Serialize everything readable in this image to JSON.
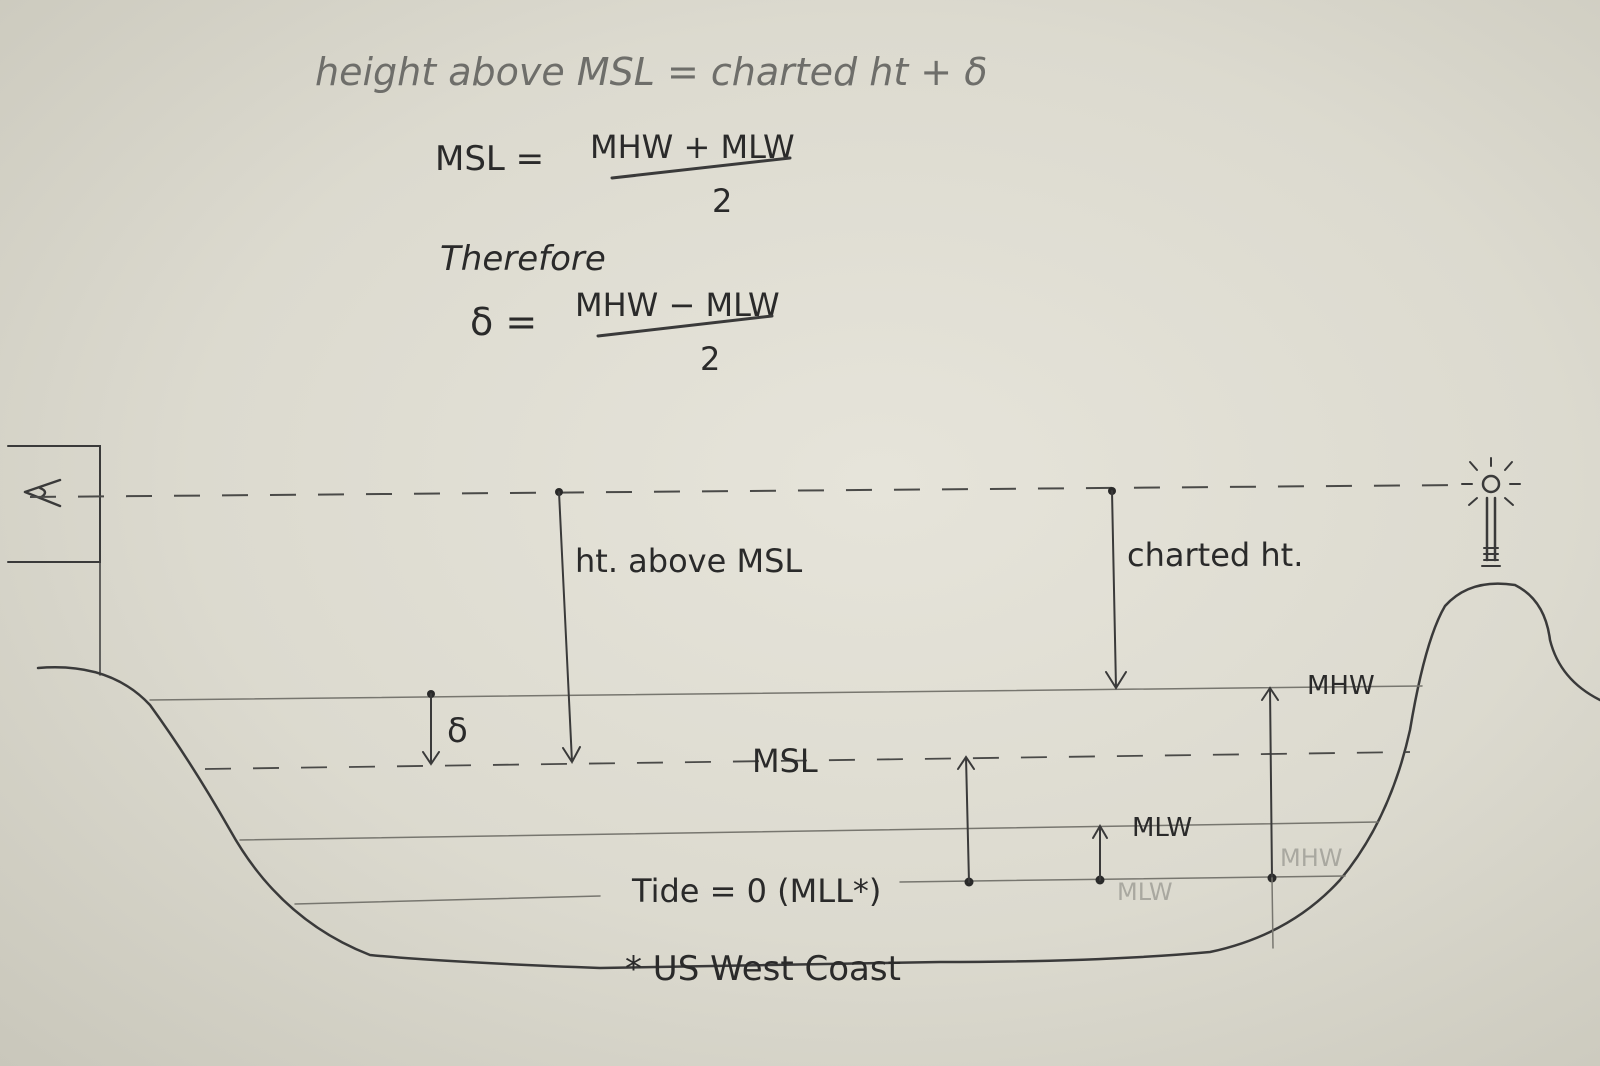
{
  "formulas": {
    "line1": "height above MSL = charted ht + δ",
    "msl_lhs": "MSL =",
    "msl_num": "MHW + MLW",
    "msl_den": "2",
    "therefore": "Therefore",
    "delta_lhs": "δ =",
    "delta_num": "MHW − MLW",
    "delta_den": "2"
  },
  "labels": {
    "ht_above_msl": "ht. above MSL",
    "charted_ht": "charted ht.",
    "mhw": "MHW",
    "msl": "MSL",
    "mlw": "MLW",
    "delta": "δ",
    "tide_zero": "Tide = 0 (MLL*)",
    "mlw_ghost": "MLW",
    "mhw_ghost": "MHW",
    "footnote": "* US West Coast"
  }
}
